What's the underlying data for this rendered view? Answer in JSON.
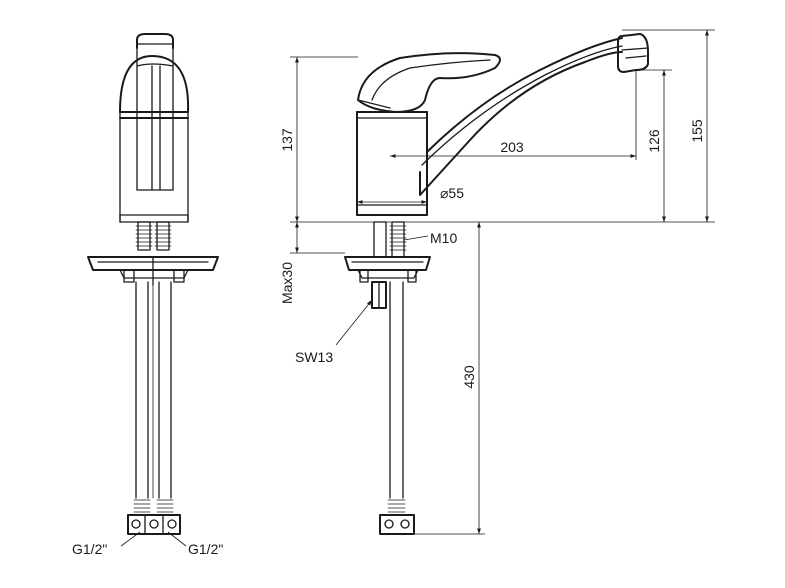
{
  "dimensions": {
    "height_body": "137",
    "height_outlet": "126",
    "height_total": "155",
    "spout_reach": "203",
    "base_diameter": "⌀55",
    "stud_thread": "M10",
    "max_counter": "Max30",
    "hose_length": "430",
    "wrench_size": "SW13",
    "hose_left": "G1/2\"",
    "hose_right": "G1/2\""
  }
}
